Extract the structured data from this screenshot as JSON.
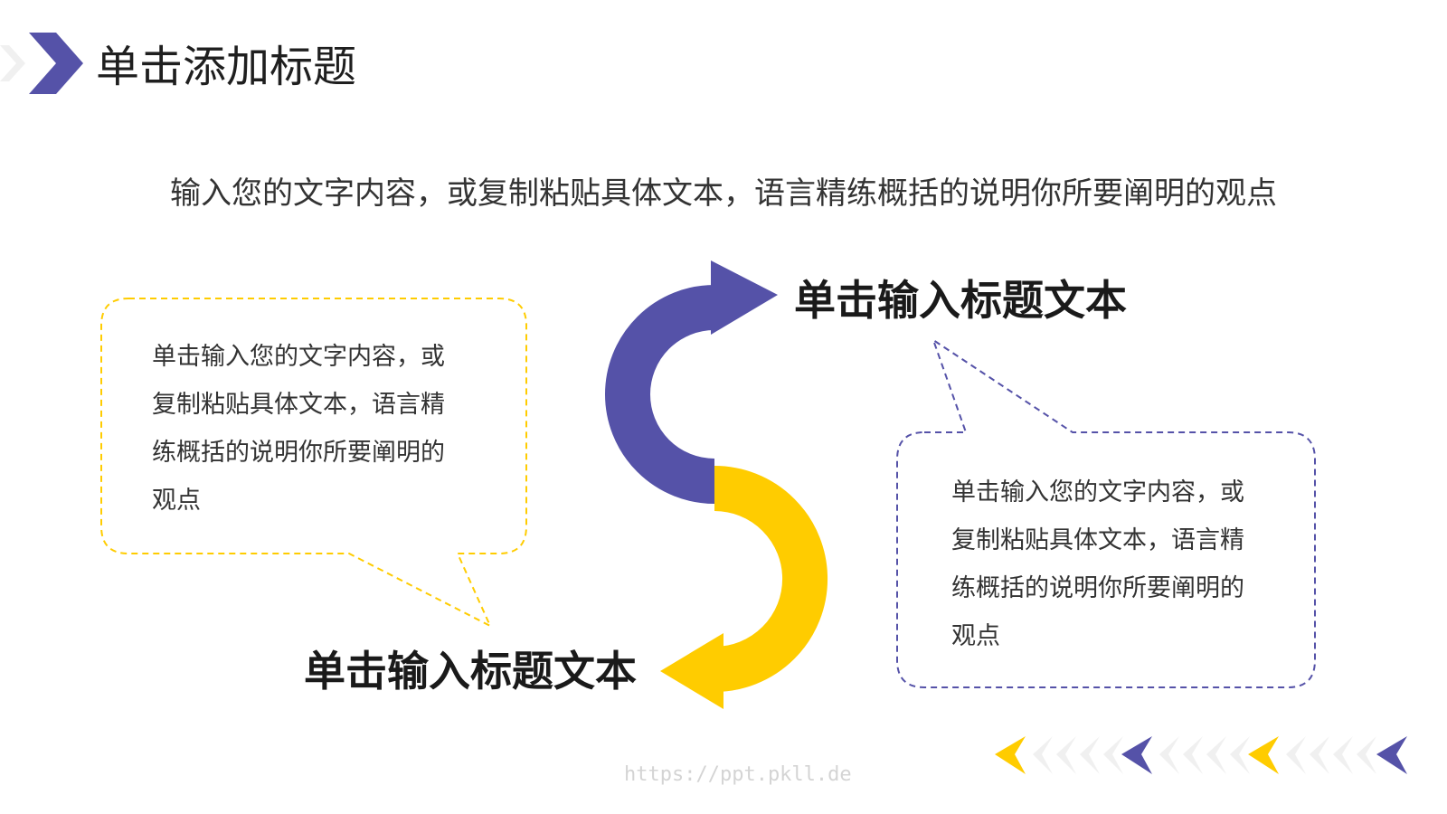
{
  "header": {
    "title": "单击添加标题"
  },
  "subtitle": "输入您的文字内容，或复制粘贴具体文本，语言精练概括的说明你所要阐明的观点",
  "colors": {
    "accent_purple": "#5552A8",
    "accent_yellow": "#FFCC00",
    "ghost": "#F0F0F0"
  },
  "blocks": {
    "top": {
      "heading": "单击输入标题文本",
      "lines": [
        "单击输入您的文字内容，或",
        "复制粘贴具体文本，语言精",
        "练概括的说明你所要阐明的",
        "观点"
      ]
    },
    "bottom": {
      "heading": "单击输入标题文本",
      "lines": [
        "单击输入您的文字内容，或",
        "复制粘贴具体文本，语言精",
        "练概括的说明你所要阐明的",
        "观点"
      ]
    }
  },
  "watermark": "https://ppt.pkll.de"
}
